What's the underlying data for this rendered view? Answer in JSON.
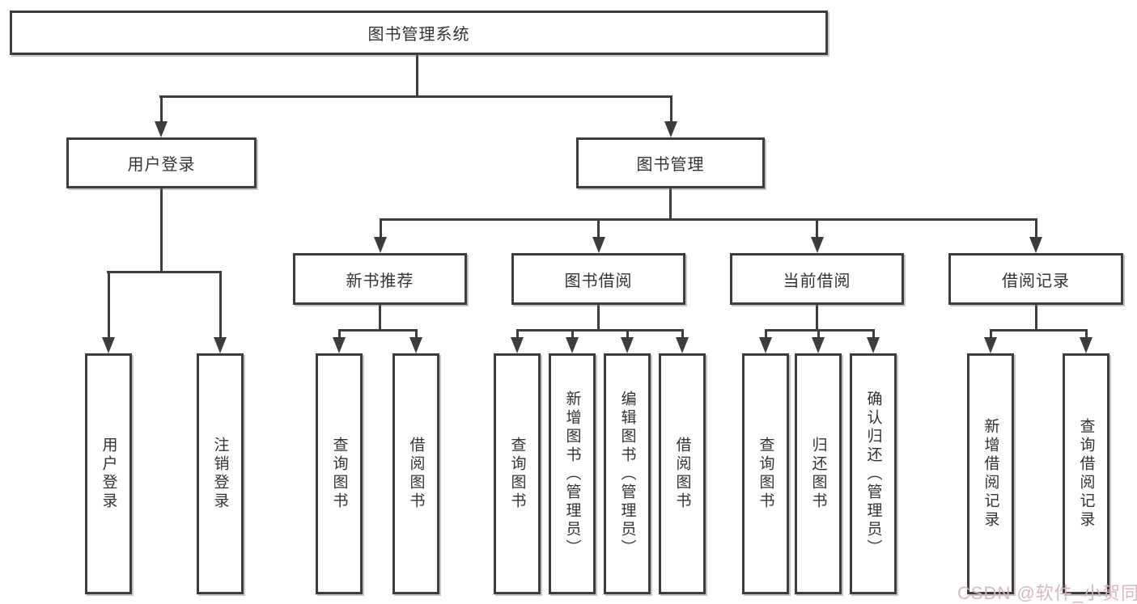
{
  "diagram_type": "hierarchy-tree",
  "title": "图书管理系统",
  "nodes": {
    "root": "图书管理系统",
    "user_login": "用户登录",
    "book_management": "图书管理",
    "new_book_recommend": "新书推荐",
    "book_borrowing": "图书借阅",
    "current_borrowing": "当前借阅",
    "borrowing_records": "借阅记录",
    "leaf_user_login": "用户登录",
    "leaf_logout": "注销登录",
    "leaf_nbr_query_books": "查询图书",
    "leaf_nbr_borrow_books": "借阅图书",
    "leaf_bb_query_books": "查询图书",
    "leaf_bb_add_books": "新增图书（管理员）",
    "leaf_bb_edit_books": "编辑图书（管理员）",
    "leaf_bb_borrow_books": "借阅图书",
    "leaf_cb_query_books": "查询图书",
    "leaf_cb_return_books": "归还图书",
    "leaf_cb_confirm_return": "确认归还（管理员）",
    "leaf_br_add_record": "新增借阅记录",
    "leaf_br_query_record": "查询借阅记录"
  },
  "hierarchy": {
    "图书管理系统": {
      "用户登录": [
        "用户登录",
        "注销登录"
      ],
      "图书管理": {
        "新书推荐": [
          "查询图书",
          "借阅图书"
        ],
        "图书借阅": [
          "查询图书",
          "新增图书（管理员）",
          "编辑图书（管理员）",
          "借阅图书"
        ],
        "当前借阅": [
          "查询图书",
          "归还图书",
          "确认归还（管理员）"
        ],
        "借阅记录": [
          "新增借阅记录",
          "查询借阅记录"
        ]
      }
    }
  },
  "watermark": "CSDN @软件_小贺同学",
  "colors": {
    "line": "#3d3d3d",
    "text": "#333333",
    "background": "#ffffff",
    "watermark": "#d8b2bc"
  }
}
